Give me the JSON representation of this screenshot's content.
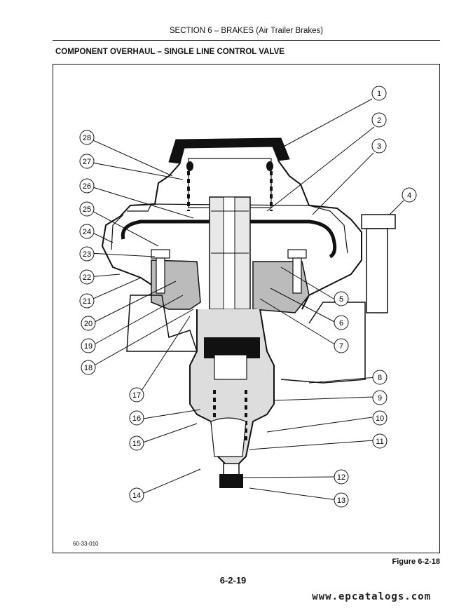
{
  "header": {
    "title": "SECTION 6 – BRAKES (Air Trailer Brakes)"
  },
  "section": {
    "title": "COMPONENT OVERHAUL – SINGLE LINE CONTROL VALVE"
  },
  "figure": {
    "code": "60-33-010",
    "caption": "Figure 6-2-18",
    "callouts": [
      "1",
      "2",
      "3",
      "4",
      "5",
      "6",
      "7",
      "8",
      "9",
      "10",
      "11",
      "12",
      "13",
      "14",
      "15",
      "16",
      "17",
      "18",
      "19",
      "20",
      "21",
      "22",
      "23",
      "24",
      "25",
      "26",
      "27",
      "28"
    ]
  },
  "footer": {
    "page_number": "6-2-19",
    "watermark": "www.epcatalogs.com"
  }
}
